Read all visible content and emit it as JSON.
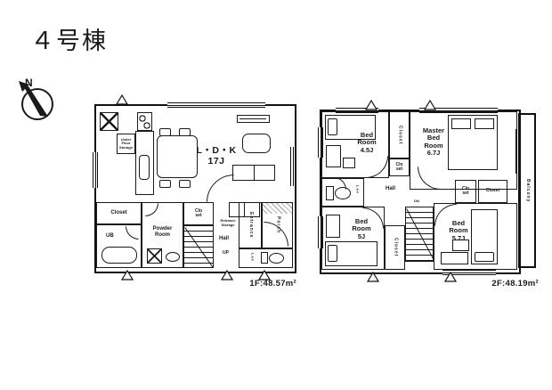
{
  "title": "４号棟",
  "compass_n": "N",
  "f1": {
    "area": "1F:48.57m²",
    "ldk_name": "L・D・K",
    "ldk_size": "17J",
    "under_floor_storage": "Under\nFloor\nStorage",
    "closet": "Closet",
    "ub": "UB",
    "powder_room": "Powder\nRoom",
    "closet_small": "Clo\nset",
    "entrance_storage": "Entrance\nStorage",
    "hall": "Hall",
    "up": "UP",
    "entrance": "Entrance",
    "porch": "Porch",
    "lav": "Lav"
  },
  "f2": {
    "area": "2F:48.19m²",
    "bedroom1_name": "Bed\nRoom",
    "bedroom1_size": "4.5J",
    "closet_top": "Closet",
    "closet_small_top": "Clo\nset",
    "master_name": "Master\nBed\nRoom",
    "master_size": "6.7J",
    "lav": "Lav",
    "hall": "Hall",
    "dn": "DN",
    "bedroom2_name": "Bed\nRoom",
    "bedroom2_size": "5J",
    "closet_side": "Closet",
    "closet_small_br": "Clo\nset",
    "closet_br": "Closet",
    "bedroom3_name": "Bed\nRoom",
    "bedroom3_size": "5.7J",
    "balcony": "Balcony"
  }
}
